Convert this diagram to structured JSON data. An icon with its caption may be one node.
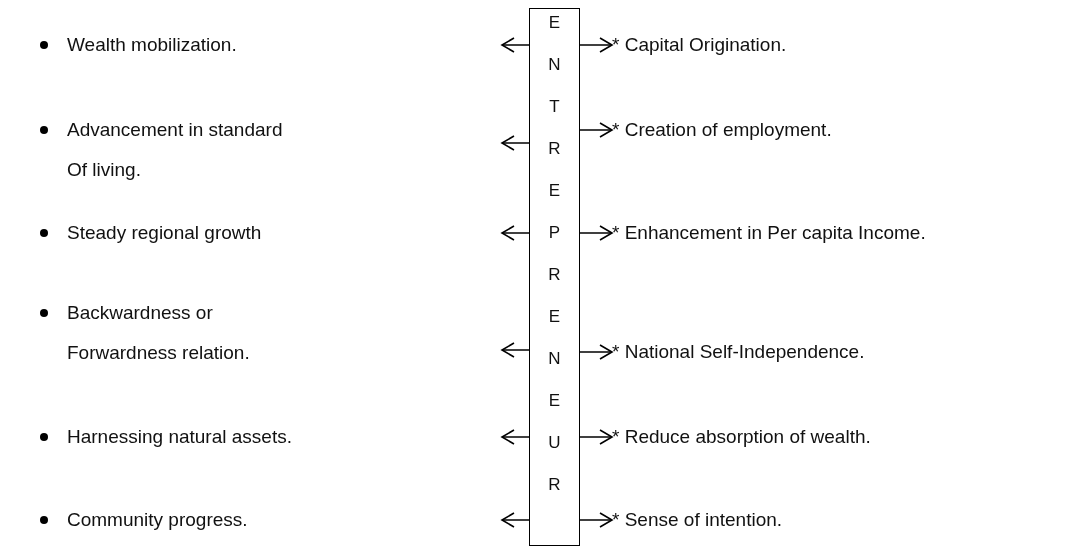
{
  "diagram": {
    "nodes": [
      {
        "text": [
          "ENTREPRENEUR"
        ]
      },
      {
        "text": [
          "Wealth mobilization."
        ]
      },
      {
        "text": [
          "Advancement in standard Of living."
        ]
      },
      {
        "text": [
          "Steady regional growth"
        ]
      },
      {
        "text": [
          "Backwardness or Forwardness relation."
        ]
      },
      {
        "text": [
          "Harnessing natural assets."
        ]
      },
      {
        "text": [
          "Community progress."
        ]
      },
      {
        "text": [
          "* Capital Origination."
        ]
      },
      {
        "text": [
          "* Creation of employment."
        ]
      },
      {
        "text": [
          "* Enhancement in Per capita Income."
        ]
      },
      {
        "text": [
          "* National Self-Independence."
        ]
      },
      {
        "text": [
          "* Reduce absorption of wealth."
        ]
      },
      {
        "text": [
          "* Sense of intention."
        ]
      }
    ],
    "edges": [
      {
        "from": 0,
        "to": 1,
        "arrow": "to"
      },
      {
        "from": 0,
        "to": 2,
        "arrow": "to"
      },
      {
        "from": 0,
        "to": 3,
        "arrow": "to"
      },
      {
        "from": 0,
        "to": 4,
        "arrow": "to"
      },
      {
        "from": 0,
        "to": 5,
        "arrow": "to"
      },
      {
        "from": 0,
        "to": 6,
        "arrow": "to"
      },
      {
        "from": 0,
        "to": 7,
        "arrow": "to"
      },
      {
        "from": 0,
        "to": 8,
        "arrow": "to"
      },
      {
        "from": 0,
        "to": 9,
        "arrow": "to"
      },
      {
        "from": 0,
        "to": 10,
        "arrow": "to"
      },
      {
        "from": 0,
        "to": 11,
        "arrow": "to"
      },
      {
        "from": 0,
        "to": 12,
        "arrow": "to"
      }
    ]
  }
}
